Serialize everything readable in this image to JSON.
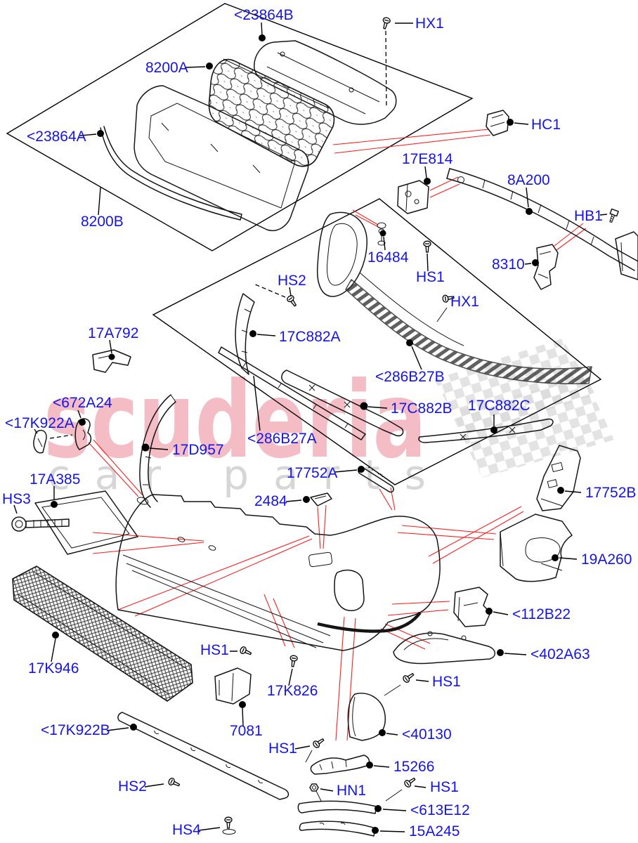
{
  "watermark": {
    "brand": "scuderia",
    "tagline": "car parts"
  },
  "colors": {
    "label_blue": "#1414e8",
    "line_black": "#000000",
    "leader_red": "#fb1f1f",
    "watermark_pink": "#e4556a",
    "watermark_gray": "#c9c9c9",
    "checker_gray": "#dcdcdc",
    "background": "#ffffff"
  },
  "diagram": {
    "type": "exploded-parts-diagram",
    "subject": "front bumper and grille assembly"
  },
  "parts": [
    {
      "id": "23864B",
      "label": "<23864B"
    },
    {
      "id": "HX1-top",
      "label": "HX1"
    },
    {
      "id": "8200A",
      "label": "8200A"
    },
    {
      "id": "23864A",
      "label": "<23864A"
    },
    {
      "id": "HC1",
      "label": "HC1"
    },
    {
      "id": "17E814",
      "label": "17E814"
    },
    {
      "id": "8A200",
      "label": "8A200"
    },
    {
      "id": "8200B",
      "label": "8200B"
    },
    {
      "id": "HB1",
      "label": "HB1"
    },
    {
      "id": "16484",
      "label": "16484"
    },
    {
      "id": "8310",
      "label": "8310"
    },
    {
      "id": "HS1-mid",
      "label": "HS1"
    },
    {
      "id": "HS2-mid",
      "label": "HS2"
    },
    {
      "id": "HX1-mid",
      "label": "HX1"
    },
    {
      "id": "17A792",
      "label": "17A792"
    },
    {
      "id": "17C882A",
      "label": "17C882A"
    },
    {
      "id": "286B27B",
      "label": "<286B27B"
    },
    {
      "id": "17C882B",
      "label": "17C882B"
    },
    {
      "id": "17C882C",
      "label": "17C882C"
    },
    {
      "id": "286B27A",
      "label": "<286B27A"
    },
    {
      "id": "672A24",
      "label": "<672A24"
    },
    {
      "id": "17K922A",
      "label": "<17K922A"
    },
    {
      "id": "17D957",
      "label": "17D957"
    },
    {
      "id": "17752A",
      "label": "17752A"
    },
    {
      "id": "17A385",
      "label": "17A385"
    },
    {
      "id": "17752B",
      "label": "17752B"
    },
    {
      "id": "HS3",
      "label": "HS3"
    },
    {
      "id": "2484",
      "label": "2484"
    },
    {
      "id": "19A260",
      "label": "19A260"
    },
    {
      "id": "112B22",
      "label": "<112B22"
    },
    {
      "id": "402A63",
      "label": "<402A63"
    },
    {
      "id": "17K946",
      "label": "17K946"
    },
    {
      "id": "HS1-lowerleft",
      "label": "HS1"
    },
    {
      "id": "HS1-right",
      "label": "HS1"
    },
    {
      "id": "17K826",
      "label": "17K826"
    },
    {
      "id": "17K922B",
      "label": "<17K922B"
    },
    {
      "id": "7081",
      "label": "7081"
    },
    {
      "id": "HS1-7081",
      "label": "HS1"
    },
    {
      "id": "40130",
      "label": "<40130"
    },
    {
      "id": "15266",
      "label": "15266"
    },
    {
      "id": "HS2-bottom",
      "label": "HS2"
    },
    {
      "id": "HN1",
      "label": "HN1"
    },
    {
      "id": "HS1-bottom",
      "label": "HS1"
    },
    {
      "id": "613E12",
      "label": "<613E12"
    },
    {
      "id": "HS4",
      "label": "HS4"
    },
    {
      "id": "15A245",
      "label": "15A245"
    }
  ]
}
